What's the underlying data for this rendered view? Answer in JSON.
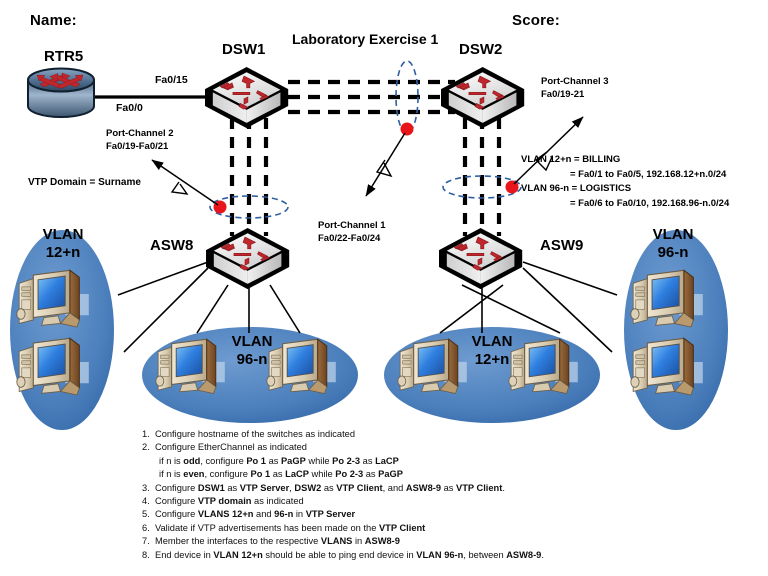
{
  "header": {
    "name_label": "Name:",
    "score_label": "Score:",
    "title": "Laboratory Exercise 1"
  },
  "devices": {
    "router": {
      "name": "RTR5",
      "type": "router-icon"
    },
    "dsw1": {
      "name": "DSW1",
      "type": "switch-icon"
    },
    "dsw2": {
      "name": "DSW2",
      "type": "switch-icon"
    },
    "asw8": {
      "name": "ASW8",
      "type": "switch-icon"
    },
    "asw9": {
      "name": "ASW9",
      "type": "switch-icon"
    }
  },
  "interfaces": {
    "fa0_15": "Fa0/15",
    "fa0_0": "Fa0/0"
  },
  "portchannels": {
    "pc2": {
      "title": "Port-Channel 2",
      "ports": "Fa0/19-Fa0/21"
    },
    "pc1": {
      "title": "Port-Channel 1",
      "ports": "Fa0/22-Fa0/24"
    },
    "pc3": {
      "title": "Port-Channel 3",
      "ports": "Fa0/19-21"
    }
  },
  "vtp": {
    "domain_note": "VTP Domain = Surname"
  },
  "vlan_notes": {
    "line1": "VLAN 12+n = BILLING",
    "line2": "= Fa0/1 to Fa0/5, 192.168.12+n.0/24",
    "line3": "VLAN 96-n = LOGISTICS",
    "line4": "= Fa0/6 to Fa0/10, 192.168.96-n.0/24"
  },
  "clouds": {
    "left": {
      "line1": "VLAN",
      "line2": "12+n",
      "pcs": 2
    },
    "right": {
      "line1": "VLAN",
      "line2": "96-n",
      "pcs": 2
    },
    "bottom_left": {
      "line1": "VLAN",
      "line2": "96-n",
      "pcs": 2
    },
    "bottom_right": {
      "line1": "VLAN",
      "line2": "12+n",
      "pcs": 2
    }
  },
  "instructions": [
    {
      "num": "1.",
      "text": "Configure hostname of the switches as indicated"
    },
    {
      "num": "2.",
      "text": "Configure EtherChannel as  indicated"
    },
    {
      "num": "",
      "text": "if n is odd, configure Po 1 as PaGP while Po 2-3 as LaCP",
      "sub": true
    },
    {
      "num": "",
      "text": "if n is even, configure Po 1 as LaCP while Po 2-3 as PaGP",
      "sub": true
    },
    {
      "num": "3.",
      "text": "Configure DSW1 as VTP Server, DSW2 as VTP Client, and ASW8-9 as VTP Client."
    },
    {
      "num": "4.",
      "text": "Configure VTP domain as indicated"
    },
    {
      "num": "5.",
      "text": "Configure VLANS 12+n and 96-n in VTP Server"
    },
    {
      "num": "6.",
      "text": "Validate if VTP advertisements has been made on the VTP Client"
    },
    {
      "num": "7.",
      "text": "Member the interfaces to the respective VLANS in ASW8-9"
    },
    {
      "num": "8.",
      "text": "End device in VLAN 12+n should be able to ping end device in VLAN 96-n, between ASW8-9."
    }
  ],
  "colors": {
    "cloud_blue": "#4a7ebb",
    "cloud_blue_dark": "#2f5e9e",
    "link_black": "#000000",
    "marker_red": "#e8161a",
    "ellipse_blue": "#2e5fa3",
    "switch_arrow_red": "#c0272d",
    "router_blue": "#5b7fa6"
  }
}
